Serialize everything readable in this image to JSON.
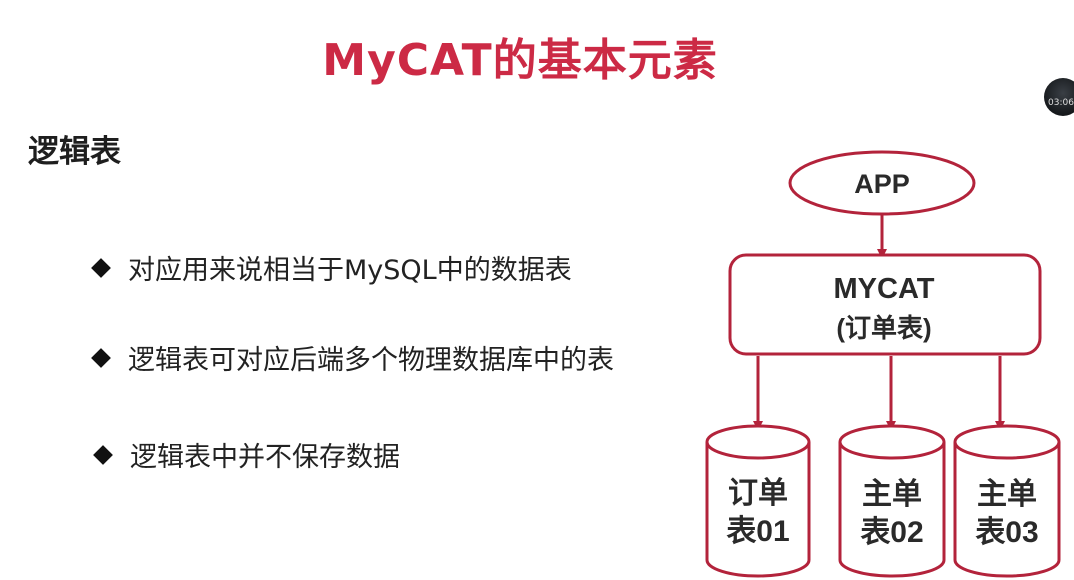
{
  "slide": {
    "title": "MyCAT的基本元素",
    "section_heading": "逻辑表",
    "bullets": [
      "对应用来说相当于MySQL中的数据表",
      "逻辑表可对应后端多个物理数据库中的表",
      "逻辑表中并不保存数据"
    ]
  },
  "diagram": {
    "app_label": "APP",
    "mycat_line1": "MYCAT",
    "mycat_line2": "(订单表)",
    "databases": [
      {
        "line1": "订单",
        "line2": "表01"
      },
      {
        "line1": "主单",
        "line2": "表02"
      },
      {
        "line1": "主单",
        "line2": "表03"
      }
    ],
    "colors": {
      "stroke": "#b3233b",
      "title": "#cc2a45"
    }
  },
  "overlay": {
    "timestamp": "03:06"
  }
}
